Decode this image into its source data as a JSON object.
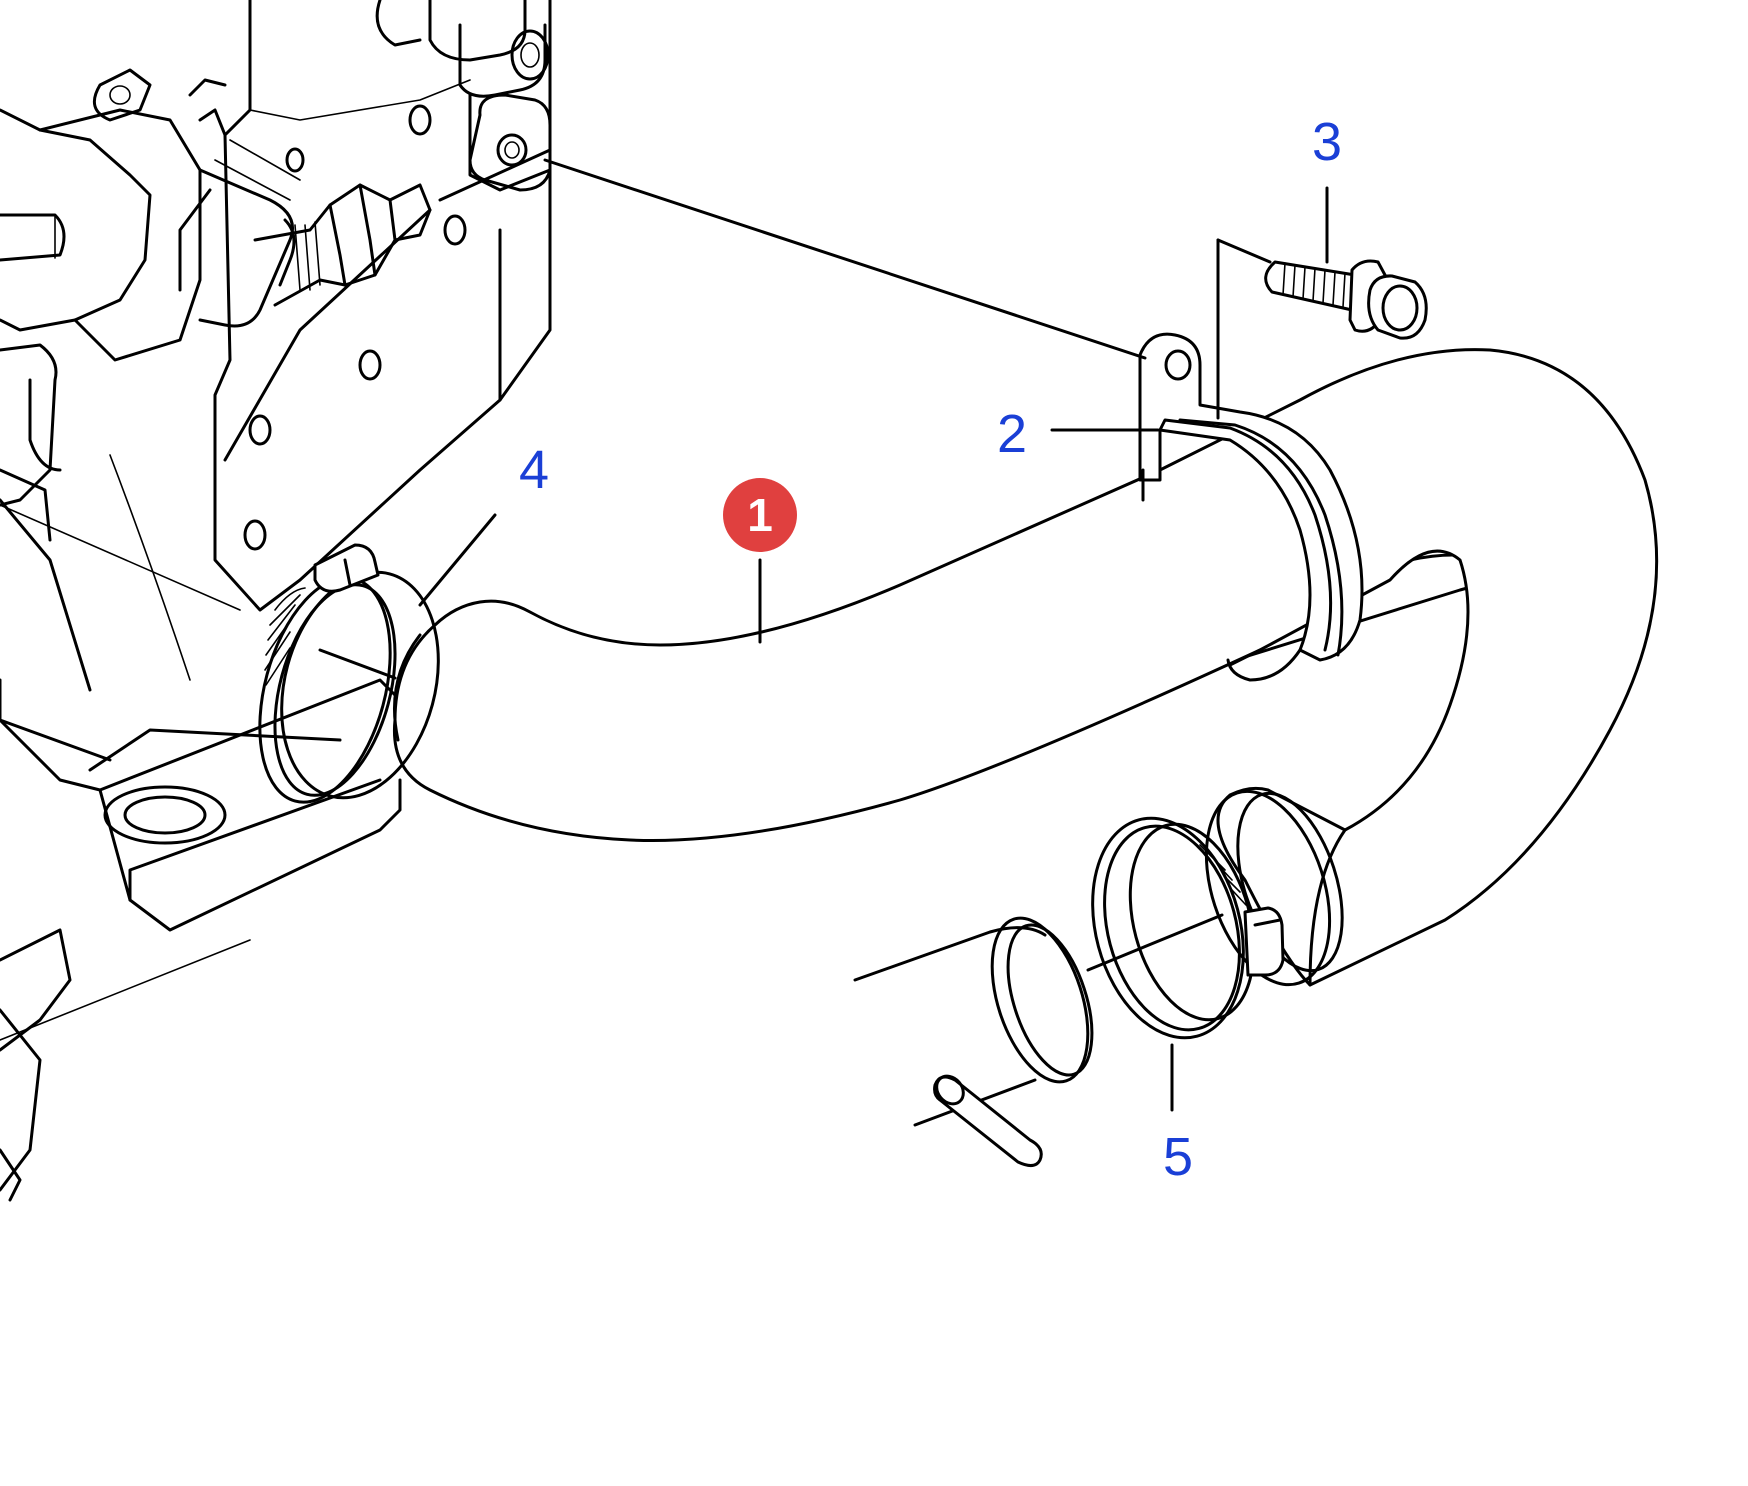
{
  "diagram": {
    "label_color": "#1a3fd6",
    "highlight_color": "#e0403f",
    "callouts": [
      {
        "id": "1",
        "text": "1",
        "highlighted": true
      },
      {
        "id": "2",
        "text": "2",
        "highlighted": false
      },
      {
        "id": "3",
        "text": "3",
        "highlighted": false
      },
      {
        "id": "4",
        "text": "4",
        "highlighted": false
      },
      {
        "id": "5",
        "text": "5",
        "highlighted": false
      }
    ]
  }
}
